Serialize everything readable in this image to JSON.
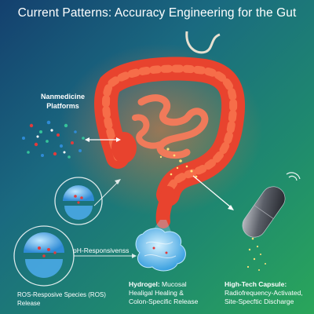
{
  "title": "Current Patterns: Accuracy Engineering for the Gut",
  "nanomedicine": {
    "title_line1": "Nanmedicine",
    "title_line2": "Platforms"
  },
  "ph_label": "pH-Responsivenss",
  "ros": {
    "line1": "ROS-Resposive Species (ROS)",
    "line2": "Release"
  },
  "hydrogel": {
    "bold": "Hydrogel:",
    "rest_line1": " Mucosal",
    "line2": "Healigal Healing &",
    "line3": "Colon-Specific Release"
  },
  "capsule": {
    "bold": "High-Tech Capsule:",
    "line2": "Radiofrequency-Activated,",
    "line3": "Site-Specftic Discharge"
  },
  "colors": {
    "colon": "#e8432e",
    "hydrogel": "#6fc4f0",
    "capsule": "#3a3d44",
    "particles": [
      "#e23b3b",
      "#2f8bd6",
      "#35c39a",
      "#ffffff"
    ]
  }
}
